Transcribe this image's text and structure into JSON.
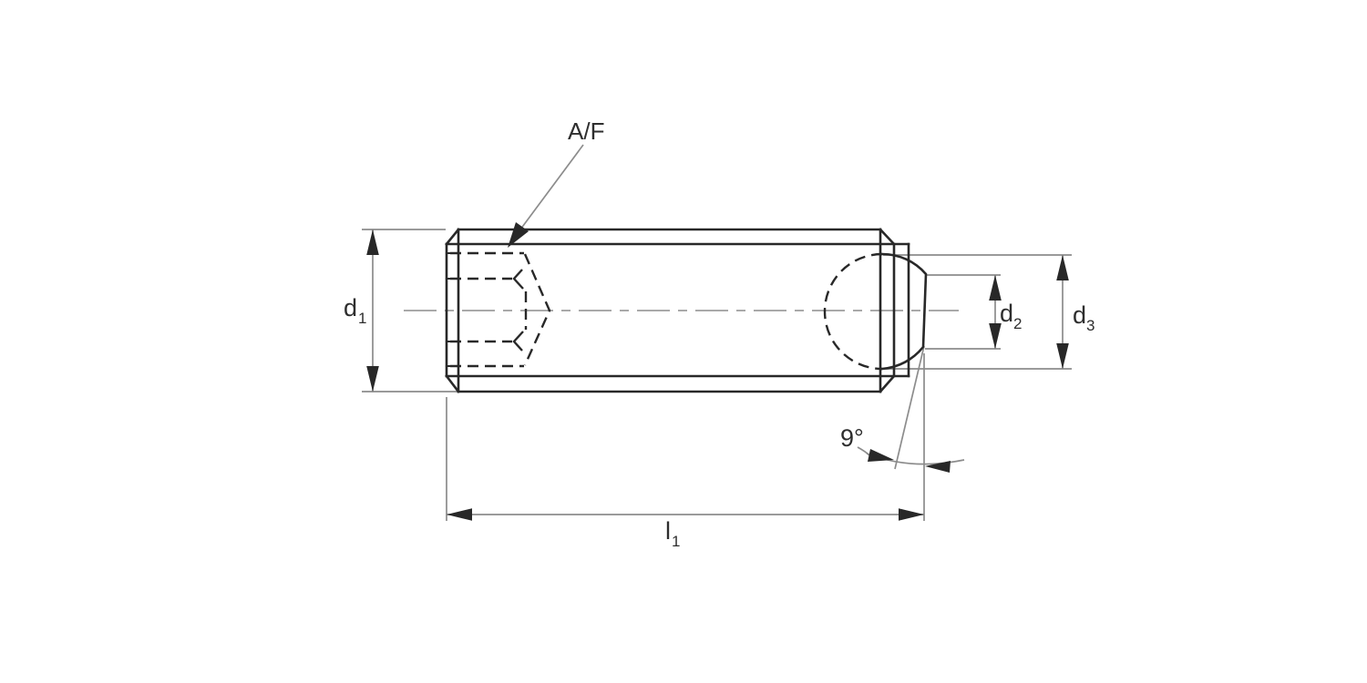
{
  "labels": {
    "af": "A/F",
    "d1_base": "d",
    "d1_sub": "1",
    "d2_base": "d",
    "d2_sub": "2",
    "d3_base": "d",
    "d3_sub": "3",
    "l1_base": "l",
    "l1_sub": "1",
    "angle": "9°"
  },
  "colors": {
    "outline": "#282828",
    "hidden_line": "#282828",
    "dimension": "#8c8c8c",
    "centerline": "#a9a9a9",
    "text": "#2e2e2e",
    "background": "#ffffff"
  }
}
